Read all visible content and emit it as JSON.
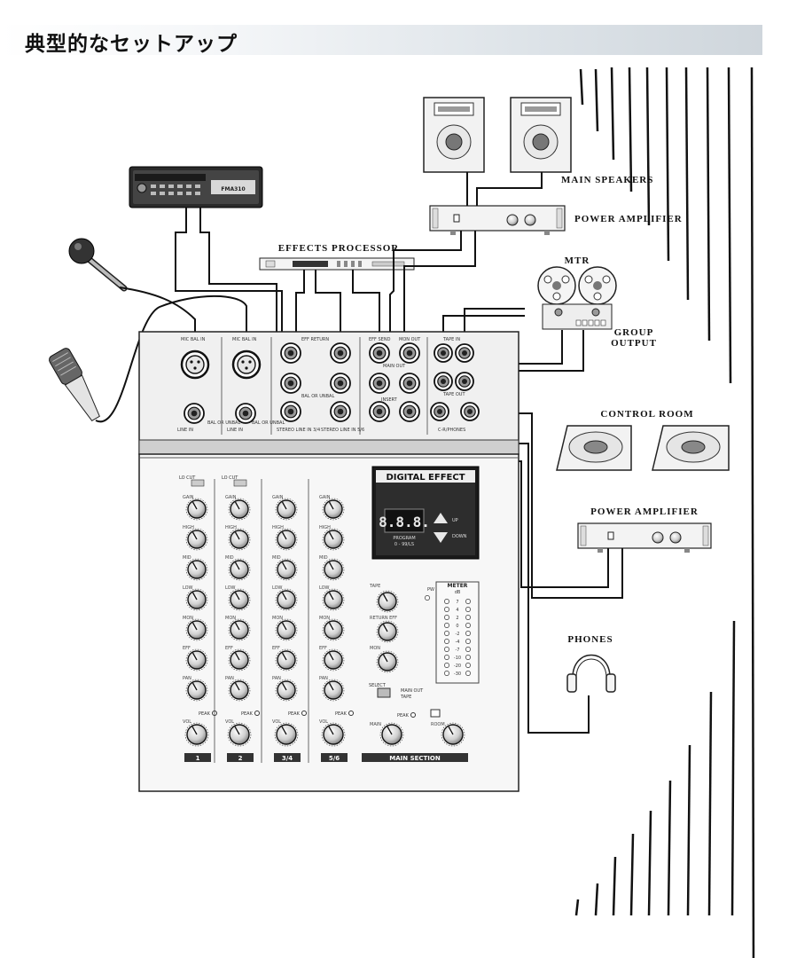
{
  "page": {
    "title": "典型的なセットアップ"
  },
  "labels": {
    "effects_processor": "EFFECTS PROCESSOR",
    "main_speakers": "MAIN SPEAKERS",
    "power_amplifier_main": "POWER AMPLIFIER",
    "mtr": "MTR",
    "group_output_1": "GROUP",
    "group_output_2": "OUTPUT",
    "control_room": "CONTROL ROOM",
    "power_amplifier_control": "POWER AMPLIFIER",
    "phones": "PHONES"
  },
  "deck": {
    "display": "FMA310"
  },
  "mixer": {
    "jack_labels": {
      "mic_bal_in_1": "MIC BAL IN",
      "mic_bal_in_2": "MIC BAL IN",
      "eff_return": "EFF RETURN",
      "eff_send": "EFF SEND",
      "mon_out": "MON OUT",
      "main_out": "MAIN OUT",
      "tape_in": "TAPE IN",
      "tape_out": "TAPE OUT",
      "insert": "INSERT",
      "line_in_1": "LINE IN",
      "line_in_2": "LINE IN",
      "bal_unbal_1": "BAL OR UNBAL",
      "bal_unbal_2": "BAL OR UNBAL",
      "bal_unbal_3": "BAL OR UNBAL",
      "stereo_line_34": "STEREO LINE IN 3/4",
      "stereo_line_56": "STEREO LINE IN 5/6",
      "ctrl_phones": "C-R/PHONES"
    },
    "channel_row_labels": [
      "GAIN",
      "HIGH",
      "MID",
      "LOW",
      "MON",
      "EFF",
      "PAN"
    ],
    "lo_cut": "LO CUT",
    "peak": "PEAK",
    "vol": "VOL",
    "channel_names": [
      "1",
      "2",
      "3/4",
      "5/6"
    ],
    "main_section": "MAIN SECTION",
    "digital_effect": {
      "title": "DIGITAL EFFECT",
      "display": "8.8.8.",
      "up": "UP",
      "down": "DOWN",
      "program": "PROGRAM",
      "program_range": "0 - 99/LS"
    },
    "main_knob_labels": [
      "TAPE",
      "RETURN EFF",
      "MON",
      "MAIN",
      "ROOM"
    ],
    "meter": {
      "title": "METER",
      "unit": "dB",
      "pw": "PW",
      "scale": [
        "7",
        "4",
        "2",
        "0",
        "-2",
        "-4",
        "-7",
        "-10",
        "-20",
        "-30"
      ]
    },
    "select": {
      "label": "SELECT",
      "opt1": "MAIN OUT",
      "opt2": "TAPE"
    }
  }
}
